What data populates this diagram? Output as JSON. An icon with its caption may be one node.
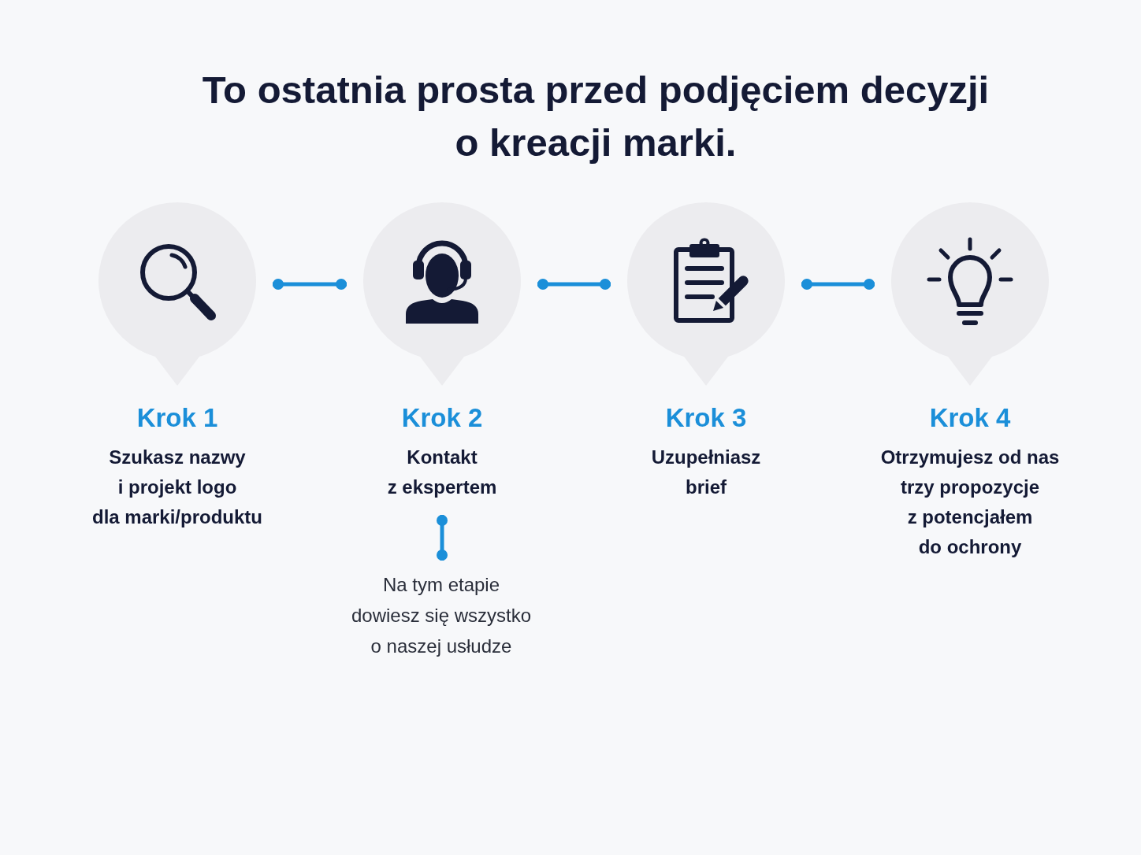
{
  "diagram": {
    "title": "To ostatnia prosta przed podjęciem decyzji o kreacji marki.",
    "nodes": [
      {
        "text": [
          "Krok 1",
          "Szukasz nazwy i projekt logo dla marki/produktu"
        ]
      },
      {
        "text": [
          "Krok 2",
          "Kontakt z ekspertem"
        ]
      },
      {
        "text": [
          "Krok 3",
          "Uzupełniasz brief"
        ]
      },
      {
        "text": [
          "Krok 4",
          "Otrzymujesz od nas trzy propozycje z potencjałem do ochrony"
        ]
      },
      {
        "text": [
          "Na tym etapie dowiesz się wszystko o naszej usłudze"
        ]
      }
    ],
    "edges": [
      {
        "from": 0,
        "to": 1,
        "arrow": "other"
      },
      {
        "from": 1,
        "to": 2,
        "arrow": "other"
      },
      {
        "from": 2,
        "to": 3,
        "arrow": "other"
      },
      {
        "from": 1,
        "to": 4,
        "arrow": "other"
      }
    ]
  }
}
